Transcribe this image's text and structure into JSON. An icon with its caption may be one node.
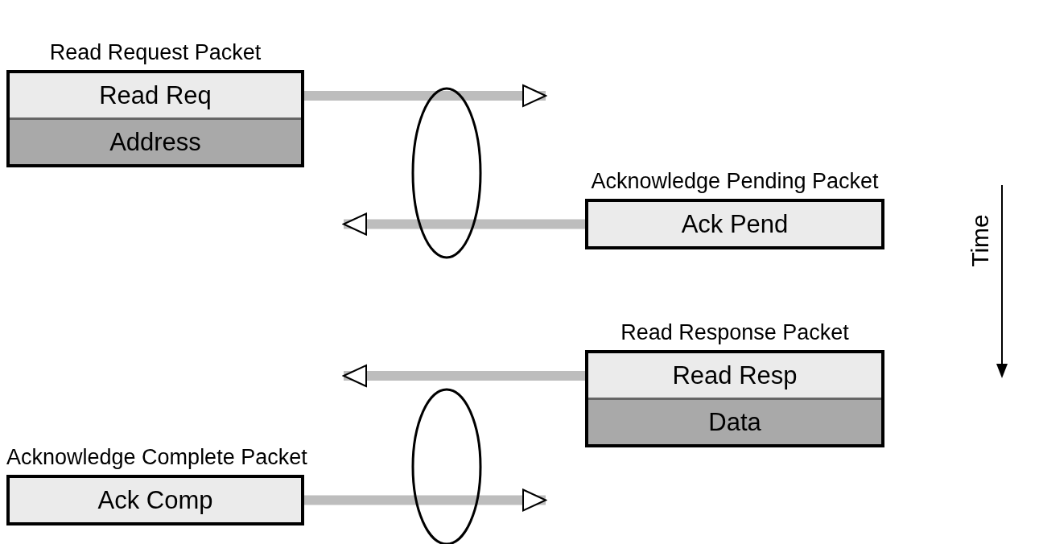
{
  "diagram": {
    "nodes": [
      {
        "text": [
          "Read Request Packet"
        ]
      },
      {
        "text": [
          "Read Req"
        ],
        "in": 0
      },
      {
        "text": [
          "Address"
        ],
        "in": 0
      },
      {
        "text": [
          "Acknowledge Pending Packet"
        ]
      },
      {
        "text": [
          "Ack Pend"
        ],
        "in": 3
      },
      {
        "text": [
          "Read Response Packet"
        ]
      },
      {
        "text": [
          "Read Resp"
        ],
        "in": 5
      },
      {
        "text": [
          "Data"
        ],
        "in": 5
      },
      {
        "text": [
          "Acknowledge Complete Packet"
        ]
      },
      {
        "text": [
          "Ack Comp"
        ],
        "in": 8
      },
      {
        "text": [],
        "shape": "ellipse"
      },
      {
        "text": [],
        "shape": "ellipse"
      }
    ],
    "edges": [
      {
        "from": 0,
        "to": null,
        "arrow": "to"
      },
      {
        "from": 3,
        "to": null,
        "arrow": "to"
      },
      {
        "from": 5,
        "to": null,
        "arrow": "to"
      },
      {
        "from": 8,
        "to": null,
        "arrow": "to"
      }
    ],
    "labels": [
      "Time"
    ]
  }
}
